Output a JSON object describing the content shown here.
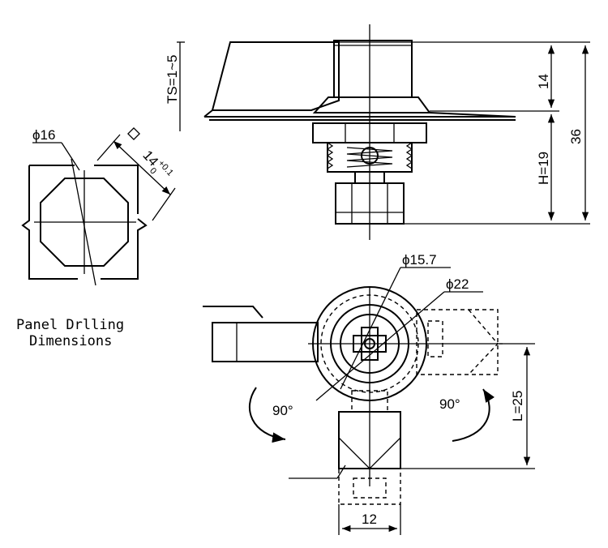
{
  "labels": {
    "ts": "TS=1~5",
    "height_14": "14",
    "height_36": "36",
    "height_h19": "H=19",
    "dia_16": "ϕ16",
    "square_14": "14",
    "tol_plus": "+0.1",
    "tol_zero": "0",
    "dia_157": "ϕ15.7",
    "dia_22": "ϕ22",
    "rot_left": "90°",
    "rot_right": "90°",
    "len_25": "L=25",
    "width_12": "12",
    "panel_line1": "Panel Drlling",
    "panel_line2": "Dimensions"
  }
}
